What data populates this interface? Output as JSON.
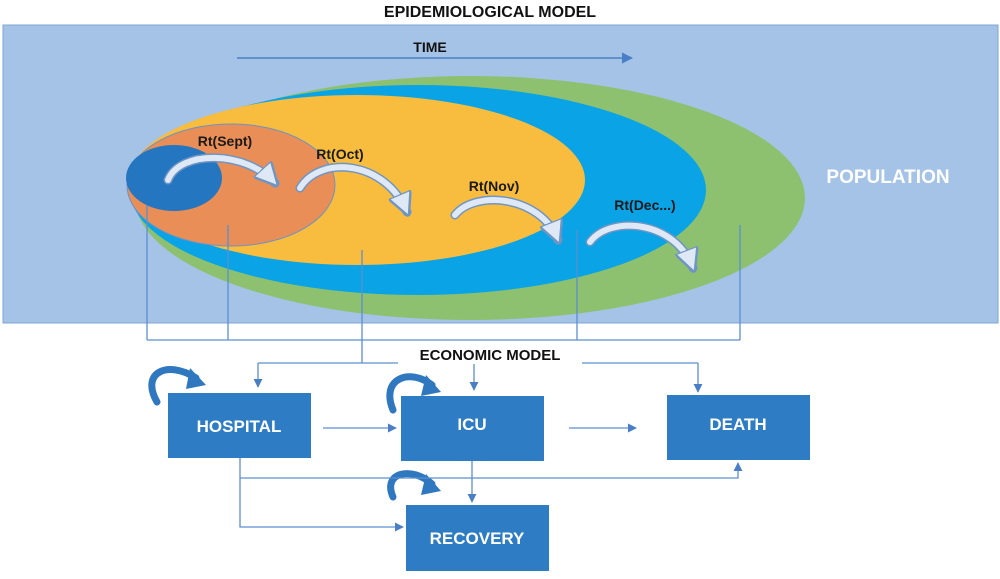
{
  "epidemiological_model": {
    "title": "EPIDEMIOLOGICAL MODEL",
    "time_label": "TIME",
    "population_label": "POPULATION",
    "rt_labels": {
      "sept": "Rt(Sept)",
      "oct": "Rt(Oct)",
      "nov": "Rt(Nov)",
      "dec": "Rt(Dec...)"
    }
  },
  "economic_model": {
    "title": "ECONOMIC MODEL",
    "boxes": {
      "hospital": "HOSPITAL",
      "icu": "ICU",
      "death": "DEATH",
      "recovery": "RECOVERY"
    }
  },
  "colors": {
    "background_panel": "#a5c3e6",
    "population_ellipse": "#8dc16f",
    "dec_ellipse": "#0aa3e6",
    "nov_ellipse": "#f8bc3e",
    "oct_ellipse": "#ea8e57",
    "sept_ellipse": "#2576c1",
    "box_fill": "#2e7cc3",
    "line": "#5a8fd0"
  }
}
